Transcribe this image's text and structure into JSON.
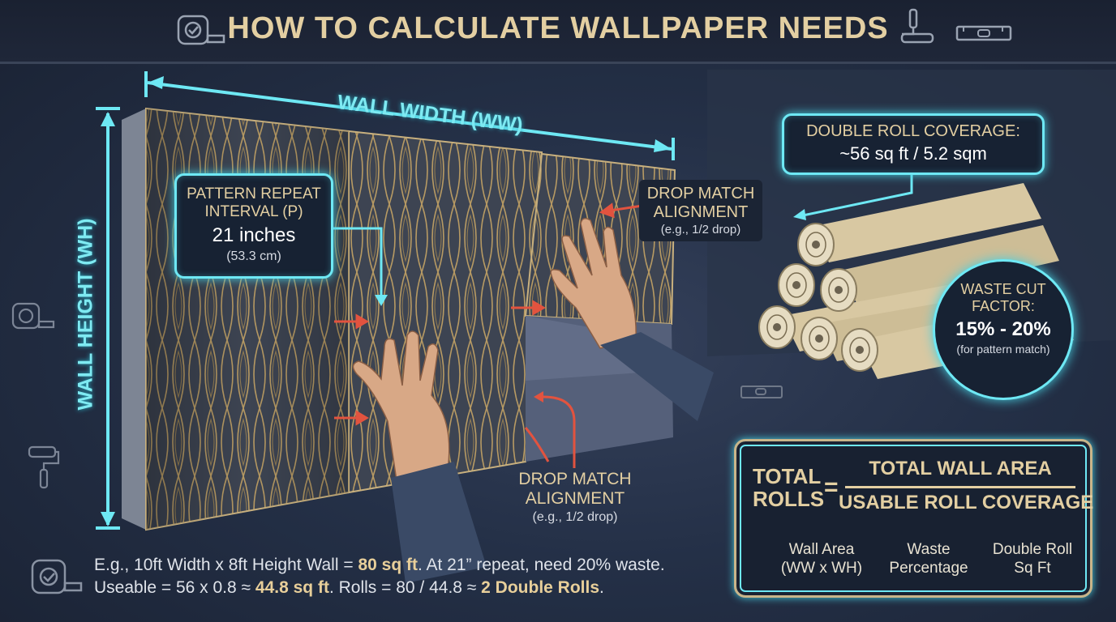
{
  "header": {
    "title": "HOW TO CALCULATE WALLPAPER NEEDS"
  },
  "dimensions": {
    "wall_width": "WALL WIDTH (WW)",
    "wall_height": "WALL HEIGHT (WH)"
  },
  "pattern_repeat": {
    "label_line1": "PATTERN REPEAT",
    "label_line2": "INTERVAL (P)",
    "value": "21 inches",
    "metric": "(53.3 cm)"
  },
  "drop_match_top": {
    "line1": "DROP MATCH",
    "line2": "ALIGNMENT",
    "note": "(e.g., 1/2 drop)"
  },
  "drop_match_bottom": {
    "line1": "DROP MATCH",
    "line2": "ALIGNMENT",
    "note": "(e.g., 1/2 drop)"
  },
  "roll_coverage": {
    "line1": "DOUBLE ROLL COVERAGE:",
    "line2": "~56 sq ft / 5.2 sqm"
  },
  "waste_factor": {
    "line1": "WASTE CUT",
    "line2": "FACTOR:",
    "value": "15% - 20%",
    "note": "(for pattern match)"
  },
  "formula": {
    "lhs_line1": "TOTAL",
    "lhs_line2": "ROLLS",
    "equals": "=",
    "numerator": "TOTAL WALL AREA",
    "denominator": "USABLE ROLL COVERAGE",
    "legend": [
      {
        "line1": "Wall Area",
        "line2": "(WW x WH)"
      },
      {
        "line1": "Waste",
        "line2": "Percentage"
      },
      {
        "line1": "Double Roll",
        "line2": "Sq Ft"
      }
    ]
  },
  "example": {
    "line1_a": "E.g., 10ft Width x 8ft Height Wall = ",
    "line1_b": "80 sq ft",
    "line1_c": ". At 21” repeat, need 20% waste.",
    "line2_a": "Useable = 56 x 0.8 ≈ ",
    "line2_b": "44.8 sq ft",
    "line2_c": ". Rolls = 80 / 44.8 ≈ ",
    "line2_d": "2 Double Rolls",
    "line2_e": "."
  },
  "icons": [
    "tape-measure-icon",
    "paint-roller-icon",
    "spirit-level-icon"
  ],
  "colors": {
    "accent_cyan": "#6ee8f4",
    "gold": "#e3cfa2",
    "arrow_red": "#e2533f",
    "background": "#1c2436"
  }
}
